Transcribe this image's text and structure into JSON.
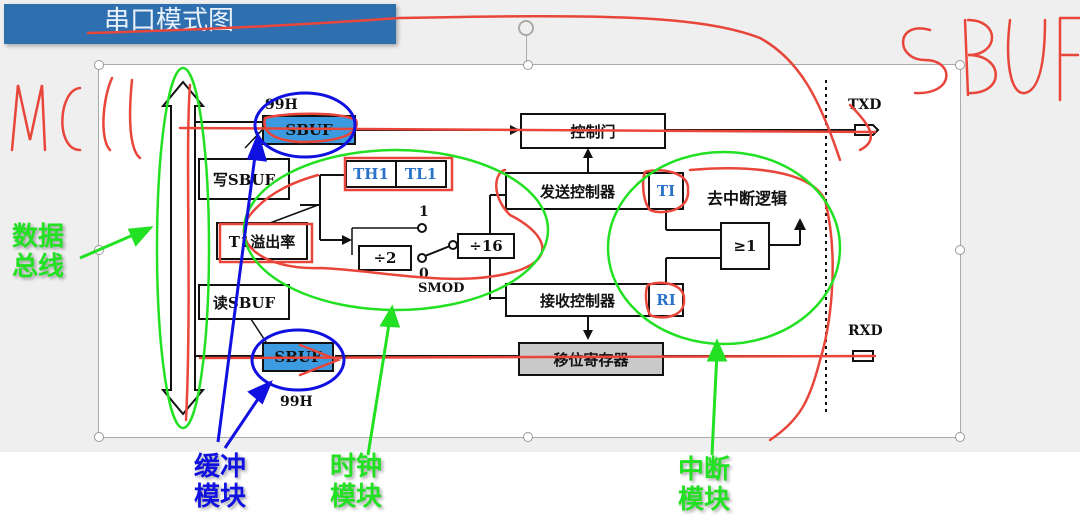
{
  "slide": {
    "title": "串口模式图",
    "colors": {
      "title_bar": "#2e6fb0",
      "sbuf_fill": "#3c9be0",
      "shift_fill": "#c9c9c9",
      "ink_red": "#e8463a",
      "ink_green": "#22e022",
      "ink_blue": "#1010e0"
    }
  },
  "diagram": {
    "sbuf_top": {
      "label": "SBUF",
      "address": "99H"
    },
    "sbuf_bottom": {
      "label": "SBUF",
      "address": "99H"
    },
    "write_sbuf": "写SBUF",
    "read_sbuf": "读SBUF",
    "t1_overflow": "T1溢出率",
    "th1": "TH1",
    "tl1": "TL1",
    "switch_1": "1",
    "switch_0": "0",
    "smod": "SMOD",
    "div2": "÷2",
    "div16": "÷16",
    "control_gate": "控制门",
    "tx_controller": "发送控制器",
    "rx_controller": "接收控制器",
    "shift_register": "移位寄存器",
    "ti": "TI",
    "ri": "RI",
    "or_gate": "≥1",
    "to_interrupt": "去中断逻辑",
    "txd": "TXD",
    "rxd": "RXD"
  },
  "annotations": {
    "mcu": "MCU",
    "sbuf": "SBUF",
    "data_bus": [
      "数据",
      "总线"
    ],
    "buffer_module": [
      "缓冲",
      "模块"
    ],
    "clock_module": [
      "时钟",
      "模块"
    ],
    "interrupt_module": [
      "中断",
      "模块"
    ]
  }
}
